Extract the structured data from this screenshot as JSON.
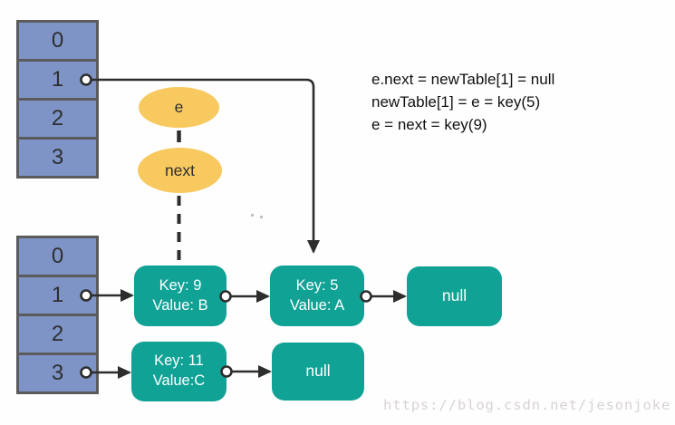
{
  "new_table": {
    "cells": [
      "0",
      "1",
      "2",
      "3"
    ]
  },
  "old_table": {
    "cells": [
      "0",
      "1",
      "2",
      "3"
    ]
  },
  "pointers": {
    "e": "e",
    "next": "next"
  },
  "nodes": {
    "key9": {
      "line1": "Key: 9",
      "line2": "Value: B"
    },
    "key5": {
      "line1": "Key: 5",
      "line2": "Value: A"
    },
    "null1": {
      "label": "null"
    },
    "key11": {
      "line1": "Key: 11",
      "line2": "Value:C"
    },
    "null2": {
      "label": "null"
    }
  },
  "annotation": {
    "line1": "e.next = newTable[1] = null",
    "line2": "newTable[1] = e = key(5)",
    "line3": "e = next = key(9)"
  },
  "watermark": "https://blog.csdn.net/jesonjoke",
  "colors": {
    "node_teal": "#11a296",
    "bucket_blue": "#7e94c7",
    "table_border": "#5b5b5b",
    "pointer_yellow": "#f8c95f",
    "wire": "#2d2d2d",
    "watermark_gray": "#d8d3d3"
  }
}
